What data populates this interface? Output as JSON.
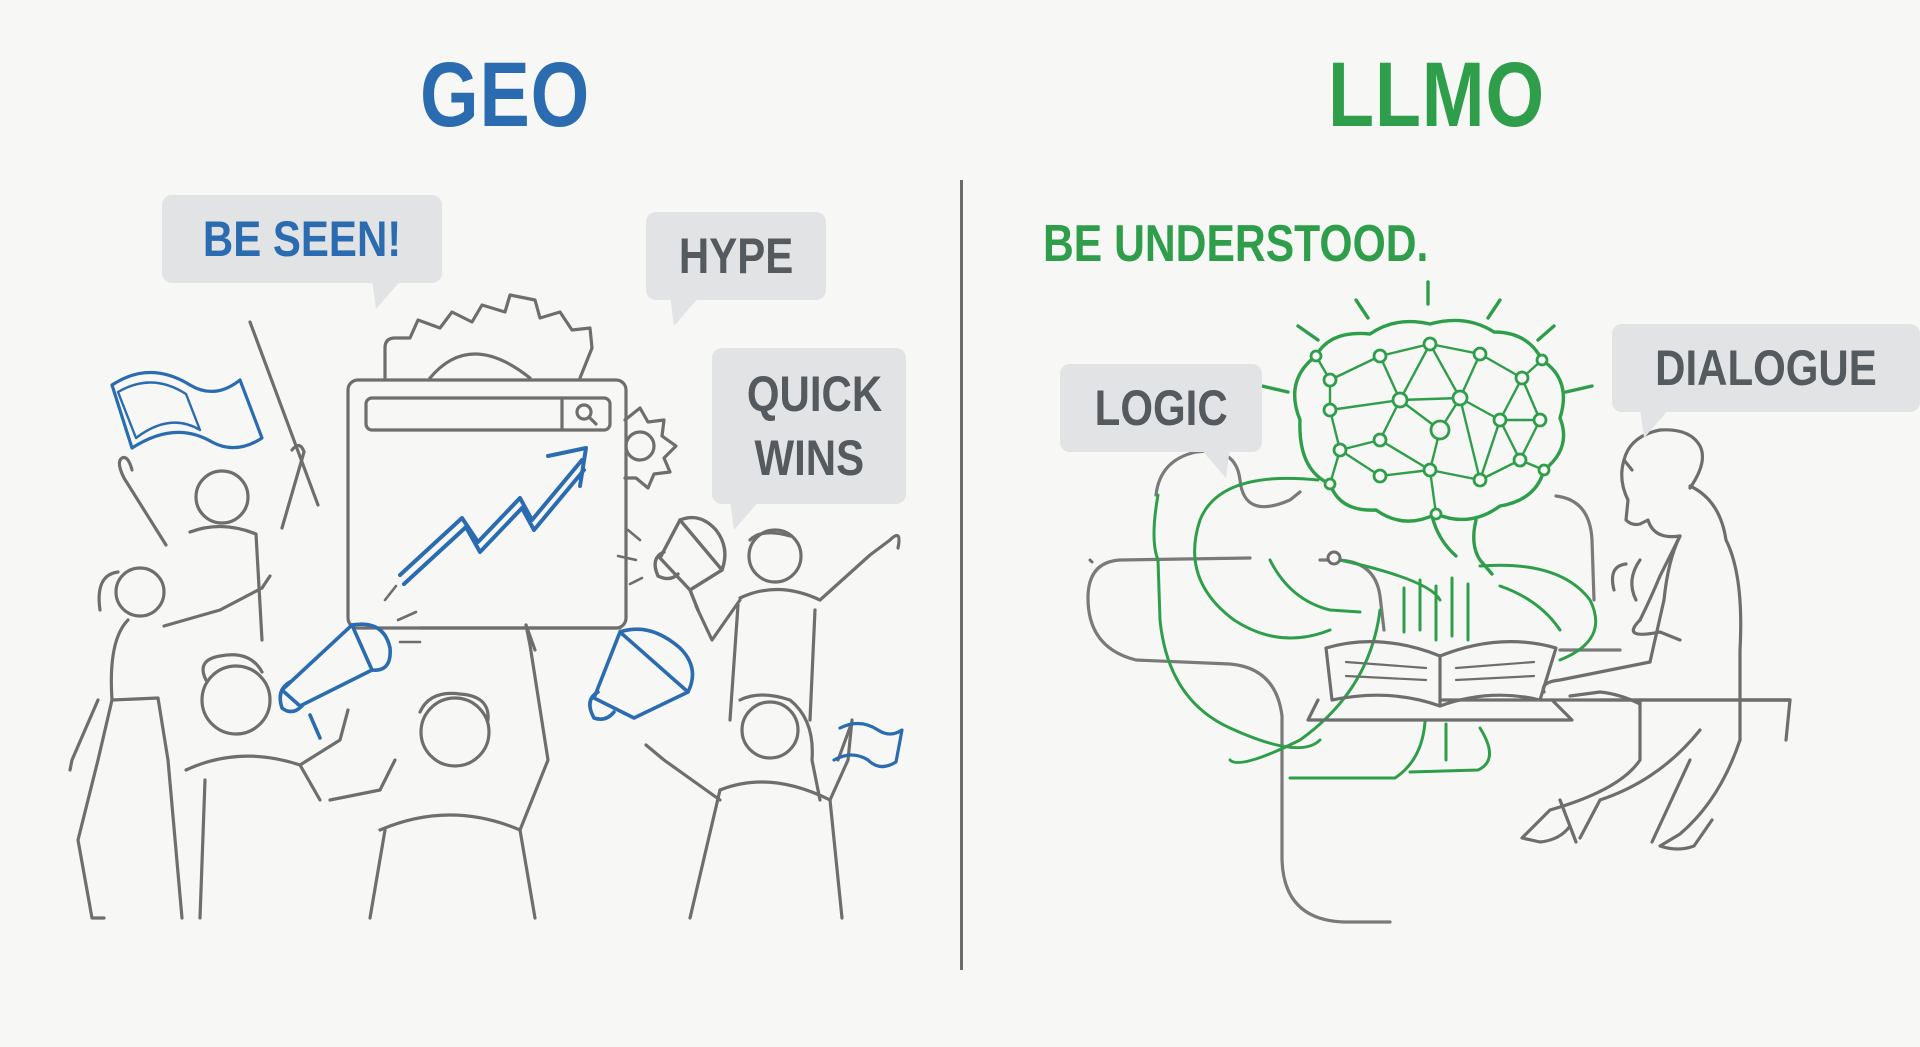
{
  "left": {
    "heading": "GEO",
    "bubbles": {
      "be_seen": "BE SEEN!",
      "hype": "HYPE",
      "quick_wins_line1": "QUICK",
      "quick_wins_line2": "WINS"
    },
    "illustration_icons": [
      "flag-icon",
      "megaphone-icon",
      "search-bar-icon",
      "gear-icon",
      "trend-arrow-icon",
      "crowd-people-icon"
    ]
  },
  "right": {
    "heading": "LLMO",
    "tagline": "BE UNDERSTOOD.",
    "bubbles": {
      "logic": "LOGIC",
      "dialogue": "DIALOGUE"
    },
    "illustration_icons": [
      "brain-network-icon",
      "open-book-icon",
      "thinking-person-icon",
      "flowing-lines-icon"
    ]
  },
  "colors": {
    "geo_blue": "#2b6cb0",
    "llmo_green": "#2f9e4b",
    "line_gray": "#6e6e6e",
    "bubble_gray": "#e1e3e5",
    "background": "#f7f7f5"
  }
}
